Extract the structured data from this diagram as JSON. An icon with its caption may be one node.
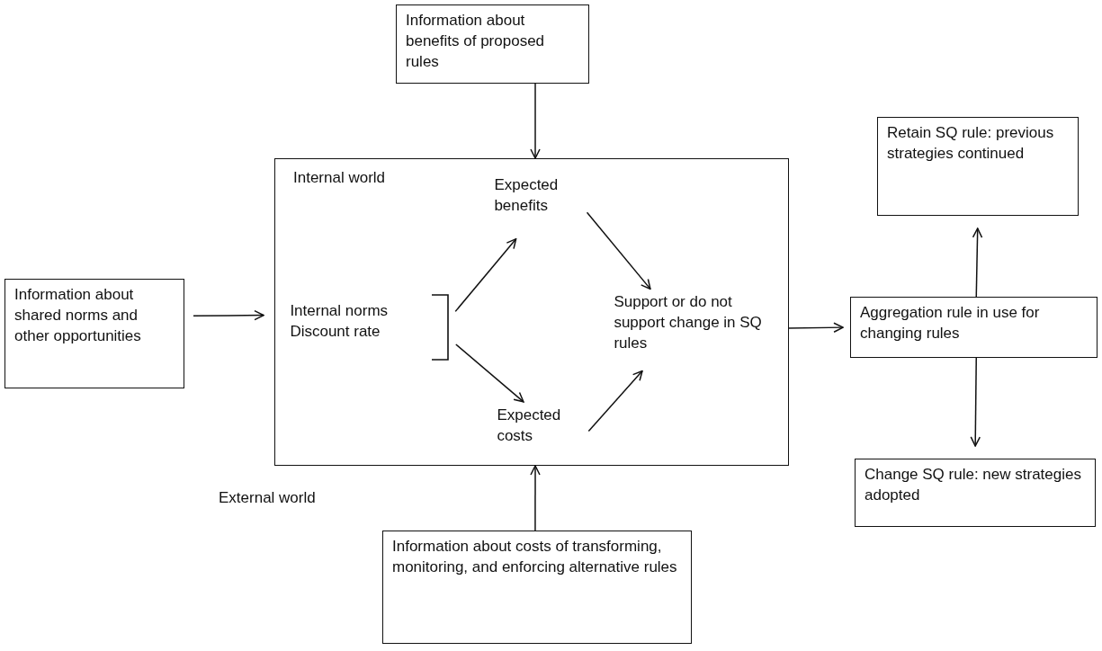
{
  "diagram": {
    "nodes": [
      {
        "text": [
          "Information about benefits of proposed rules"
        ]
      },
      {
        "text": [
          "Internal world"
        ]
      },
      {
        "text": [
          "Expected benefits"
        ],
        "in": 1
      },
      {
        "text": [
          "Internal norms Discount rate"
        ],
        "in": 1
      },
      {
        "text": [
          "Expected costs"
        ],
        "in": 1
      },
      {
        "text": [
          "Support or do not support change in SQ rules"
        ],
        "in": 1
      },
      {
        "text": [
          "Information about shared norms and other opportunities"
        ]
      },
      {
        "text": [
          "Aggregation rule in use for changing rules"
        ]
      },
      {
        "text": [
          "Retain SQ rule: previous strategies continued"
        ]
      },
      {
        "text": [
          "Change SQ rule: new strategies adopted"
        ]
      },
      {
        "text": [
          "Information about costs of transforming, monitoring, and enforcing alternative rules"
        ]
      }
    ],
    "edges": [
      {
        "from": 0,
        "to": 1,
        "arrow": "to"
      },
      {
        "from": 6,
        "to": 1,
        "arrow": "to"
      },
      {
        "from": 10,
        "to": 1,
        "arrow": "to"
      },
      {
        "from": 3,
        "to": 2,
        "arrow": "to"
      },
      {
        "from": 3,
        "to": 4,
        "arrow": "to"
      },
      {
        "from": 2,
        "to": 5,
        "arrow": "to"
      },
      {
        "from": 4,
        "to": 5,
        "arrow": "to"
      },
      {
        "from": 5,
        "to": 7,
        "arrow": "to"
      },
      {
        "from": 7,
        "to": 8,
        "arrow": "to"
      },
      {
        "from": 7,
        "to": 9,
        "arrow": "to"
      }
    ],
    "labels": [
      "External world"
    ]
  }
}
